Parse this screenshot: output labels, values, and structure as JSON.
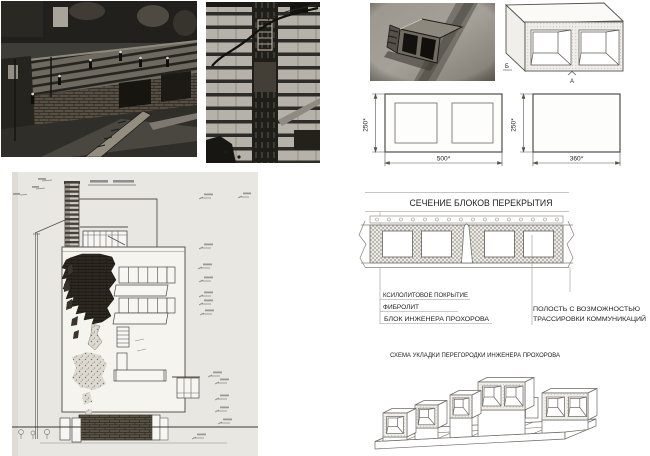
{
  "section_diagram": {
    "title": "СЕЧЕНИЕ БЛОКОВ ПЕРЕКРЫТИЯ",
    "callout_1": "КСИЛОЛИТОВОЕ ПОКРЫТИЕ",
    "callout_2": "ФИБРОЛИТ",
    "callout_3": "БЛОК ИНЖЕНЕРА ПРОХОРОВА",
    "cavity_note_line_1": "ПОЛОСТЬ С ВОЗМОЖНОСТЬЮ",
    "cavity_note_line_2": "ТРАССИРОВКИ КОММУНИКАЦИЙ"
  },
  "laying_scheme": {
    "title": "СХЕМА УКЛАДКИ ПЕРЕГОРОДКИ ИНЖЕНЕРА ПРОХОРОВА"
  },
  "block_front_view": {
    "height_dim": "250*",
    "width_dim": "500*"
  },
  "block_side_view": {
    "height_dim": "250*",
    "width_dim": "360*"
  },
  "block_isometric": {
    "view_label_b": "Б",
    "view_label_a": "А"
  },
  "colors": {
    "line": "#4d4d4d",
    "paper": "#e9e7e1",
    "ink": "#1f1f1f"
  }
}
